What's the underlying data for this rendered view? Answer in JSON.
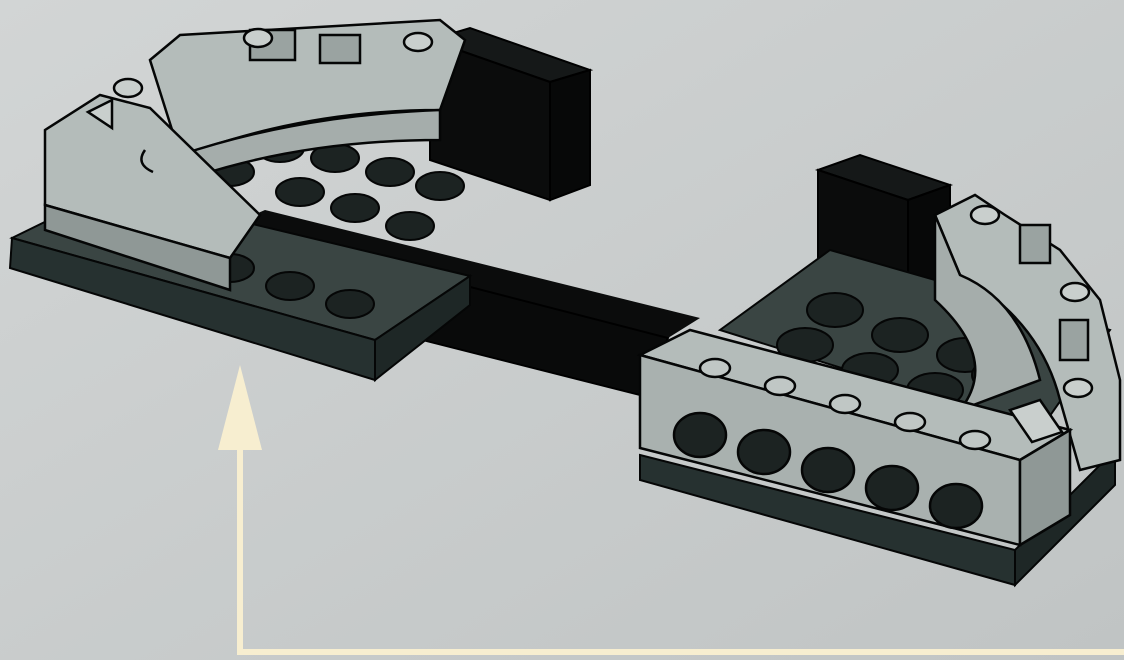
{
  "scene": {
    "type": "lego-building-instruction-step",
    "text": []
  },
  "parts": [
    {
      "name": "left-base-plate",
      "shape": "6x4 plate",
      "color": "dark-bluish-gray"
    },
    {
      "name": "left-wedge-arch",
      "shape": "curved wedge arch with slope",
      "color": "light-bluish-gray"
    },
    {
      "name": "left-black-block",
      "shape": "1x2 brick stack",
      "color": "black"
    },
    {
      "name": "connector-beam",
      "shape": "long plate beam",
      "color": "black"
    },
    {
      "name": "right-base-plate",
      "shape": "6x4 plate",
      "color": "dark-bluish-gray"
    },
    {
      "name": "right-technic-brick",
      "shape": "technic brick 1x6 with holes",
      "holes": 5,
      "color": "light-bluish-gray"
    },
    {
      "name": "right-curved-arch",
      "shape": "curved wedge arch",
      "color": "light-bluish-gray"
    },
    {
      "name": "right-black-block",
      "shape": "1x2 brick stack",
      "color": "black"
    }
  ],
  "arrow": {
    "type": "callout-arrow",
    "direction": "up",
    "color": "#f7eed0"
  },
  "colors": {
    "background": "#c9cccc",
    "light_gray": "#b4bcba",
    "light_gray_shade": "#8f9896",
    "dark_gray": "#3a4543",
    "dark_gray_shade": "#263130",
    "black": "#0b0c0c",
    "stud_dark": "#1c2322",
    "arrow": "#f7eed0",
    "outline": "#050606"
  }
}
